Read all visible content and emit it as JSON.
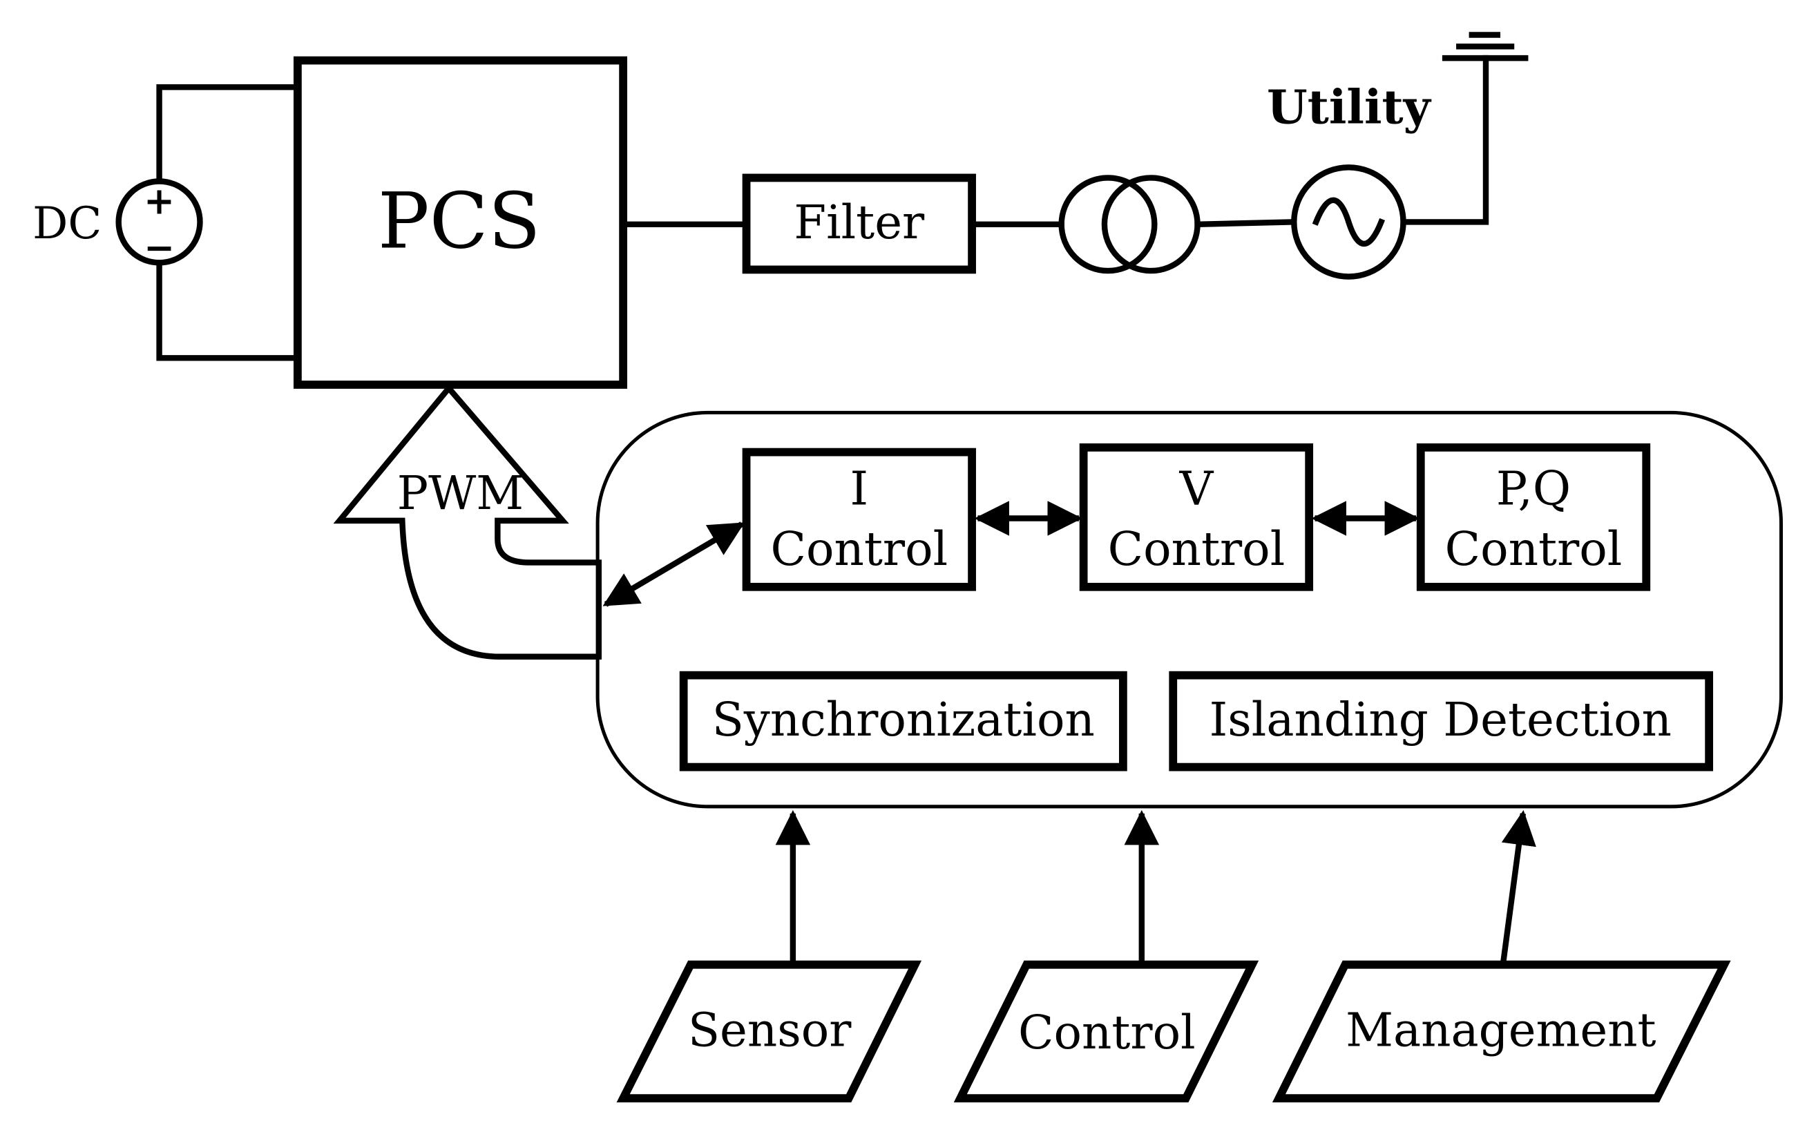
{
  "labels": {
    "dc": "DC",
    "plus": "+",
    "minus": "−",
    "pcs": "PCS",
    "filter": "Filter",
    "utility": "Utility",
    "pwm": "PWM",
    "i_control_line1": "I",
    "i_control_line2": "Control",
    "v_control_line1": "V",
    "v_control_line2": "Control",
    "pq_control_line1": "P,Q",
    "pq_control_line2": "Control",
    "synchronization": "Synchronization",
    "islanding_detection": "Islanding Detection",
    "sensor": "Sensor",
    "control": "Control",
    "management": "Management"
  },
  "icons": {
    "dc_source": "dc-source-icon",
    "transformer": "transformer-icon",
    "ac_source": "ac-source-icon",
    "ground": "ground-icon"
  },
  "colors": {
    "line": "#000000",
    "background": "#ffffff"
  }
}
